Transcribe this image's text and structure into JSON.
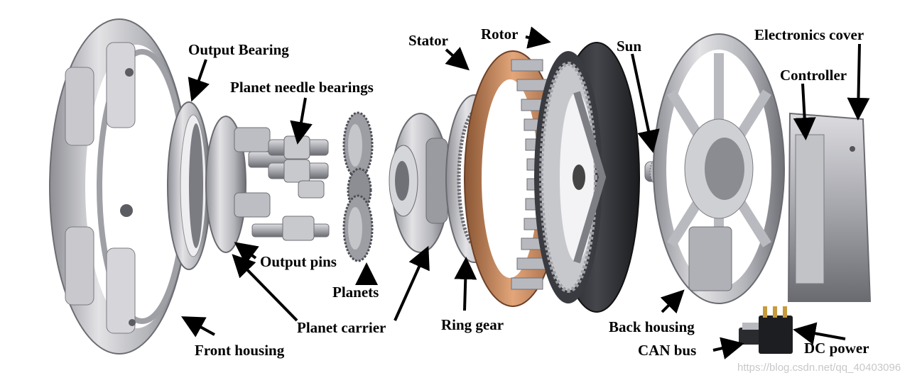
{
  "labels": {
    "output_bearing": "Output Bearing",
    "planet_needle_bearings": "Planet needle bearings",
    "stator": "Stator",
    "rotor": "Rotor",
    "sun": "Sun",
    "electronics_cover": "Electronics cover",
    "controller": "Controller",
    "output_pins": "Output pins",
    "planets": "Planets",
    "planet_carrier": "Planet carrier",
    "ring_gear": "Ring gear",
    "back_housing": "Back housing",
    "front_housing": "Front housing",
    "can_bus": "CAN bus",
    "dc_power": "DC power"
  },
  "watermark": "https://blog.csdn.net/qq_40403096",
  "colors": {
    "metal_light": "#d9d9dc",
    "metal_mid": "#a9aab0",
    "metal_dark": "#55575d",
    "copper": "#c98a5c",
    "rotor_black": "#2b2c30"
  }
}
